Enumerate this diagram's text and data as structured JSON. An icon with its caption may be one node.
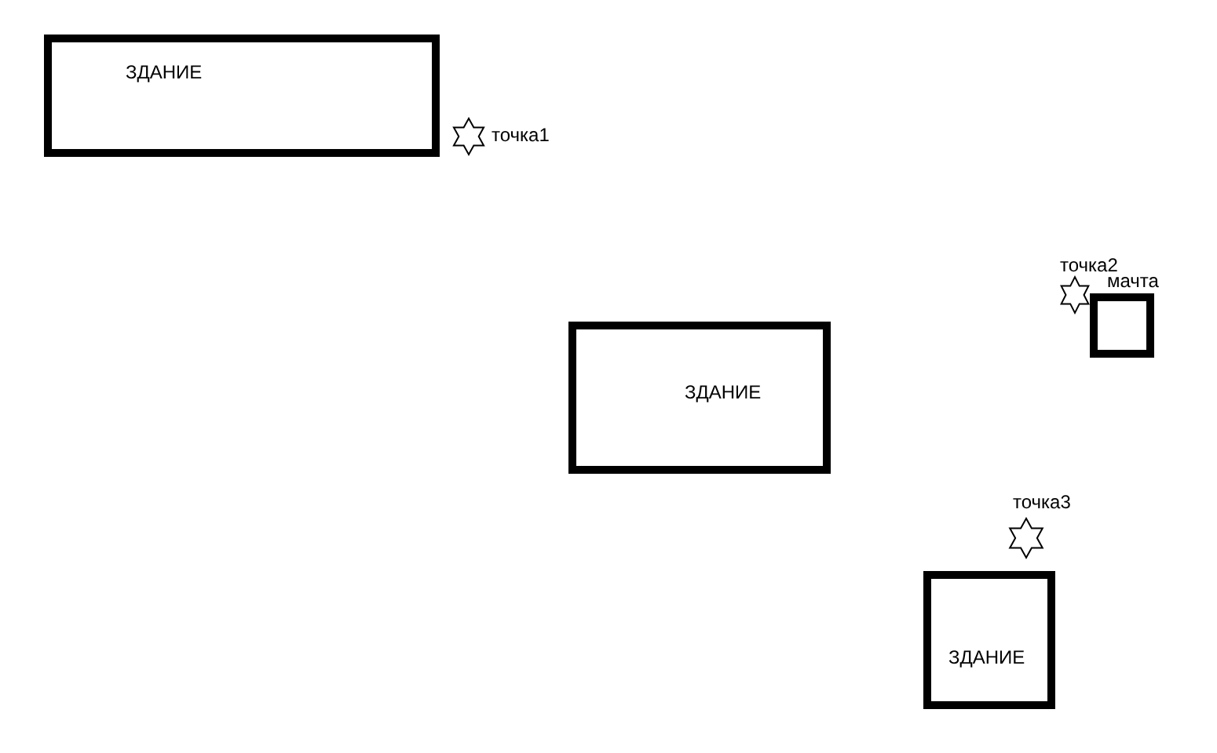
{
  "diagram": {
    "nodes": [
      {
        "text": [
          "ЗДАНИЕ"
        ]
      },
      {
        "text": [],
        "shape": "star",
        "beside": [
          "точка1"
        ]
      },
      {
        "text": [],
        "shape": "star",
        "beside": [
          "точка2"
        ]
      },
      {
        "text": [
          "мачта"
        ]
      },
      {
        "text": [
          "ЗДАНИЕ"
        ]
      },
      {
        "text": [],
        "shape": "star",
        "beside": [
          "точка3"
        ]
      },
      {
        "text": [
          "ЗДАНИЕ"
        ]
      }
    ]
  }
}
